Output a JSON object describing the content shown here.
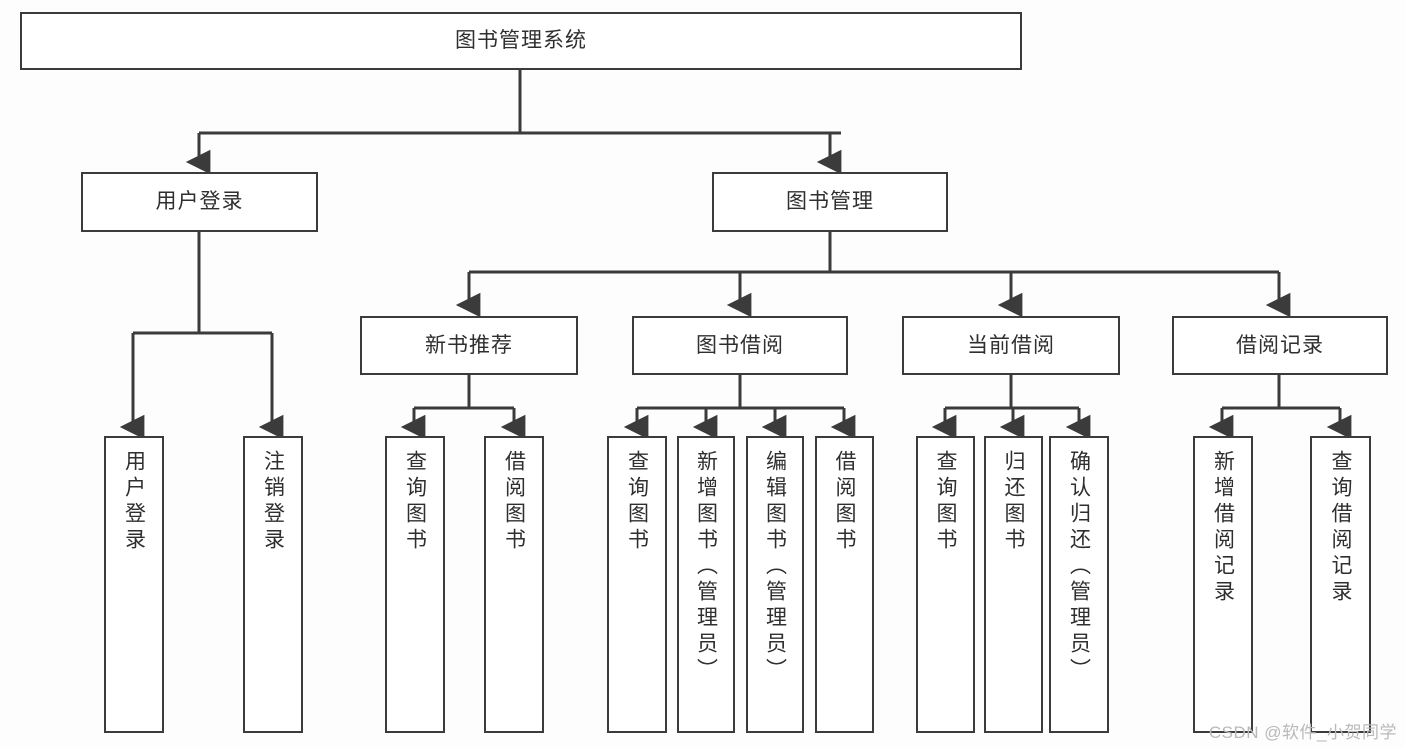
{
  "diagram": {
    "type": "hierarchy-tree",
    "title": "图书管理系统",
    "colors": {
      "background": "#fdfdfd",
      "box_fill": "#ffffff",
      "box_border": "#3b3b3b",
      "edge": "#3b3b3b",
      "text": "#2f2f2f",
      "watermark": "#b9b9b9"
    },
    "root": {
      "label": "图书管理系统"
    },
    "level2": [
      {
        "label": "用户登录"
      },
      {
        "label": "图书管理"
      }
    ],
    "level3": [
      {
        "label": "新书推荐"
      },
      {
        "label": "图书借阅"
      },
      {
        "label": "当前借阅"
      },
      {
        "label": "借阅记录"
      }
    ],
    "leaves": {
      "user_login": [
        {
          "label": "用户登录"
        },
        {
          "label": "注销登录"
        }
      ],
      "new_book_recommend": [
        {
          "label": "查询图书"
        },
        {
          "label": "借阅图书"
        }
      ],
      "book_borrow": [
        {
          "label": "查询图书"
        },
        {
          "label": "新增图书（管理员）"
        },
        {
          "label": "编辑图书（管理员）"
        },
        {
          "label": "借阅图书"
        }
      ],
      "current_borrow": [
        {
          "label": "查询图书"
        },
        {
          "label": "归还图书"
        },
        {
          "label": "确认归还（管理员）"
        }
      ],
      "borrow_record": [
        {
          "label": "新增借阅记录"
        },
        {
          "label": "查询借阅记录"
        }
      ]
    },
    "watermark": "CSDN @软件_小贺同学"
  }
}
